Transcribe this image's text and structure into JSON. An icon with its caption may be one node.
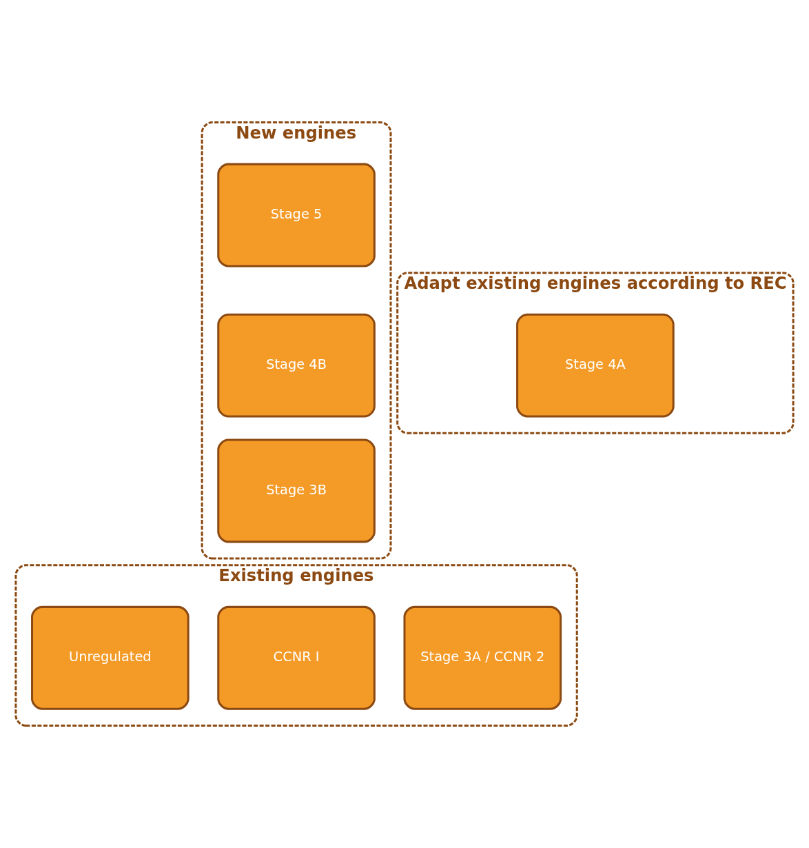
{
  "diagram": {
    "nodes": [
      {
        "text": [
          "New engines"
        ]
      },
      {
        "text": [
          "Stage 5"
        ],
        "in": 0
      },
      {
        "text": [
          "Stage 4B"
        ],
        "in": 0
      },
      {
        "text": [
          "Stage 3B"
        ],
        "in": 0
      },
      {
        "text": [
          "Adapt existing engines according to REC"
        ]
      },
      {
        "text": [
          "Stage 4A"
        ],
        "in": 4
      },
      {
        "text": [
          "Existing engines"
        ]
      },
      {
        "text": [
          "Stage 3A / CCNR 2"
        ],
        "in": 6
      },
      {
        "text": [
          "CCNR I"
        ],
        "in": 6
      },
      {
        "text": [
          "Unregulated"
        ],
        "in": 6
      }
    ]
  }
}
